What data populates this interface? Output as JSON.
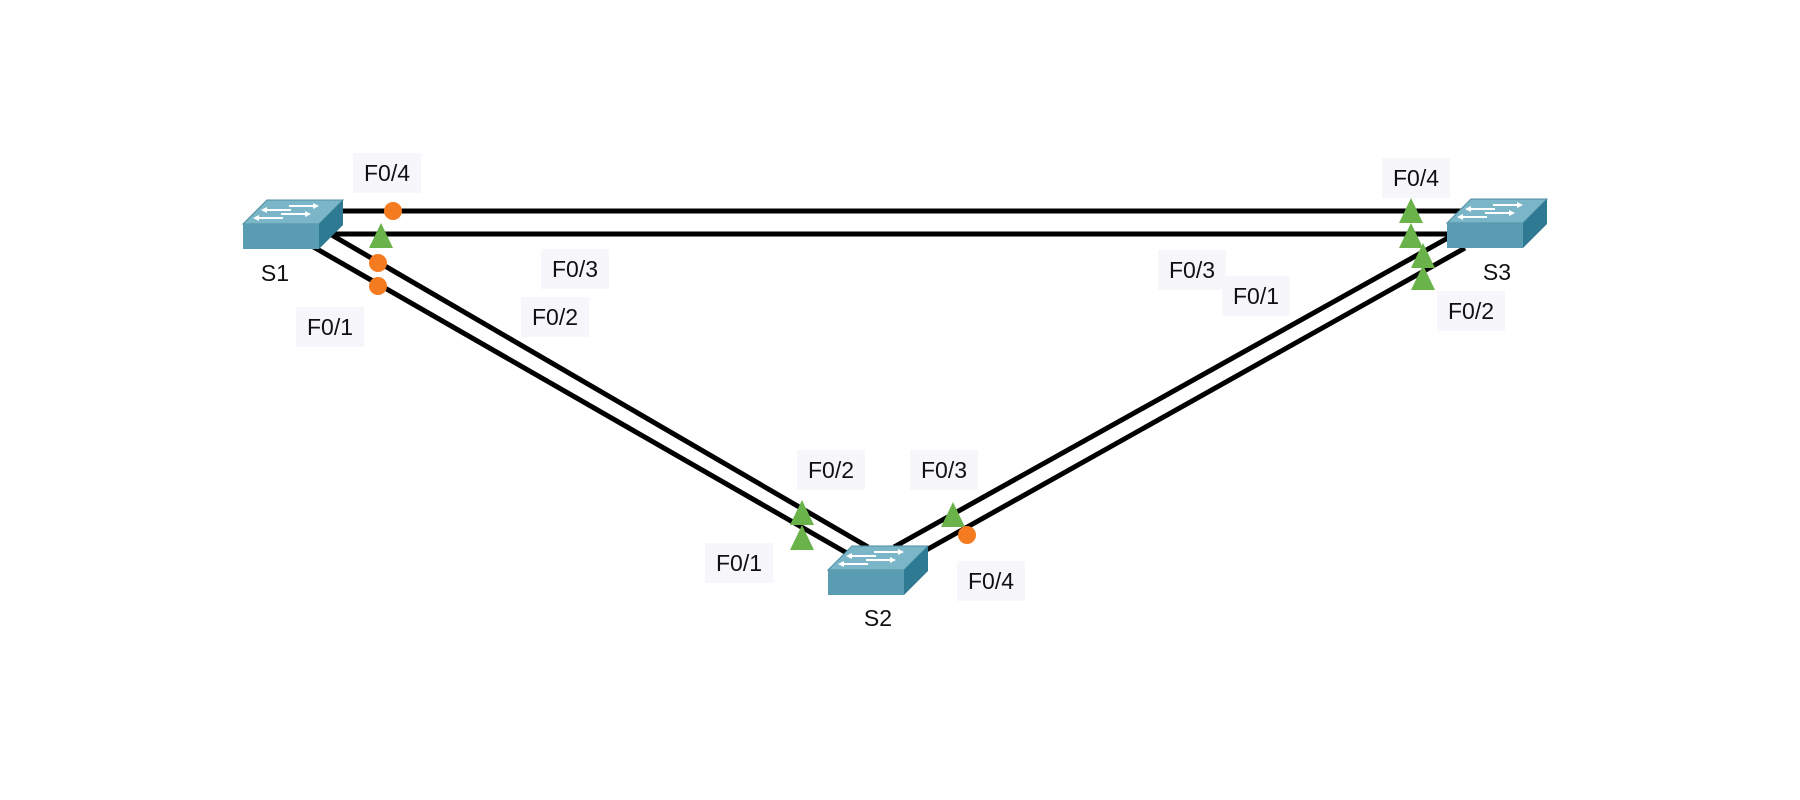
{
  "colors": {
    "background": "#ffffff",
    "link": "#000000",
    "label_bg": "#f6f6fb",
    "status_up": "#6ab24a",
    "status_blocked": "#f47b20",
    "switch_top": "#7bb6c8",
    "switch_front": "#5a9db2",
    "switch_side": "#2f7a93"
  },
  "legend_icons": {
    "up": "green-triangle",
    "blocked": "orange-circle",
    "switch": "switch-icon"
  },
  "switches": [
    {
      "id": "S1",
      "label": "S1"
    },
    {
      "id": "S2",
      "label": "S2"
    },
    {
      "id": "S3",
      "label": "S3"
    }
  ],
  "links": [
    {
      "id": "s1-s3-f04",
      "a": "S1",
      "a_port": "F0/4",
      "a_state": "blocked",
      "b": "S3",
      "b_port": "F0/4",
      "b_state": "up"
    },
    {
      "id": "s1-s3-f03",
      "a": "S1",
      "a_port": "F0/3",
      "a_state": "up",
      "b": "S3",
      "b_port": "F0/3",
      "b_state": "up"
    },
    {
      "id": "s1-s2-f02",
      "a": "S1",
      "a_port": "F0/2",
      "a_state": "blocked",
      "b": "S2",
      "b_port": "F0/2",
      "b_state": "up"
    },
    {
      "id": "s1-s2-f01",
      "a": "S1",
      "a_port": "F0/1",
      "a_state": "blocked",
      "b": "S2",
      "b_port": "F0/1",
      "b_state": "up"
    },
    {
      "id": "s2-s3-f03-f01",
      "a": "S2",
      "a_port": "F0/3",
      "a_state": "up",
      "b": "S3",
      "b_port": "F0/1",
      "b_state": "up"
    },
    {
      "id": "s2-s3-f04-f02",
      "a": "S2",
      "a_port": "F0/4",
      "a_state": "blocked",
      "b": "S3",
      "b_port": "F0/2",
      "b_state": "up"
    }
  ],
  "port_labels": {
    "s1_f04": "F0/4",
    "s1_f03": "F0/3",
    "s1_f02": "F0/2",
    "s1_f01": "F0/1",
    "s2_f02": "F0/2",
    "s2_f01": "F0/1",
    "s2_f03": "F0/3",
    "s2_f04": "F0/4",
    "s3_f04": "F0/4",
    "s3_f03": "F0/3",
    "s3_f01": "F0/1",
    "s3_f02": "F0/2"
  }
}
